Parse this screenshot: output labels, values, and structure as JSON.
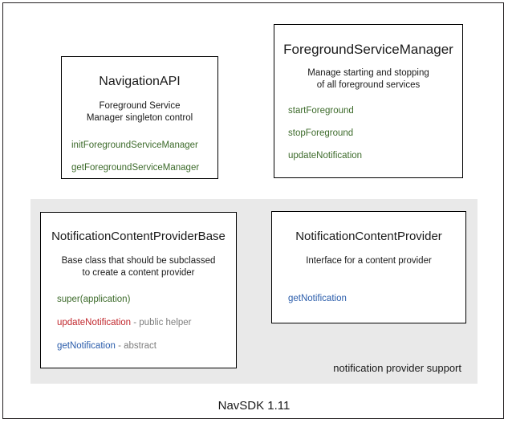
{
  "diagram": {
    "footer": "NavSDK 1.11",
    "colors": {
      "green": "#3d6b2b",
      "red": "#c1272d",
      "blue": "#2b5dab",
      "grey_note": "#7d7d7d",
      "panel_bg": "#e9e9e9",
      "text": "#1a1a1a",
      "border": "#000000"
    },
    "group": {
      "label": "notification provider support"
    },
    "boxes": [
      {
        "id": "navigation-api",
        "title": "NavigationAPI",
        "desc_lines": [
          "Foreground Service",
          "Manager singleton control"
        ],
        "members": [
          {
            "name": "initForegroundServiceManager",
            "note": "",
            "color": "green"
          },
          {
            "name": "getForegroundServiceManager",
            "note": "",
            "color": "green"
          }
        ]
      },
      {
        "id": "foreground-service-manager",
        "title": "ForegroundServiceManager",
        "desc_lines": [
          "Manage starting and stopping",
          "of all foreground services"
        ],
        "members": [
          {
            "name": "startForeground",
            "note": "",
            "color": "green"
          },
          {
            "name": "stopForeground",
            "note": "",
            "color": "green"
          },
          {
            "name": "updateNotification",
            "note": "",
            "color": "green"
          }
        ]
      },
      {
        "id": "notification-content-provider-base",
        "title": "NotificationContentProviderBase",
        "desc_lines": [
          "Base class that should be subclassed",
          "to create a content provider"
        ],
        "members": [
          {
            "name": "super(application)",
            "note": "",
            "color": "green"
          },
          {
            "name": "updateNotification",
            "note": " - public helper",
            "color": "red"
          },
          {
            "name": "getNotification",
            "note": " - abstract",
            "color": "blue"
          }
        ]
      },
      {
        "id": "notification-content-provider",
        "title": "NotificationContentProvider",
        "desc_lines": [
          "Interface for a content provider"
        ],
        "members": [
          {
            "name": "getNotification",
            "note": "",
            "color": "blue"
          }
        ]
      }
    ]
  }
}
